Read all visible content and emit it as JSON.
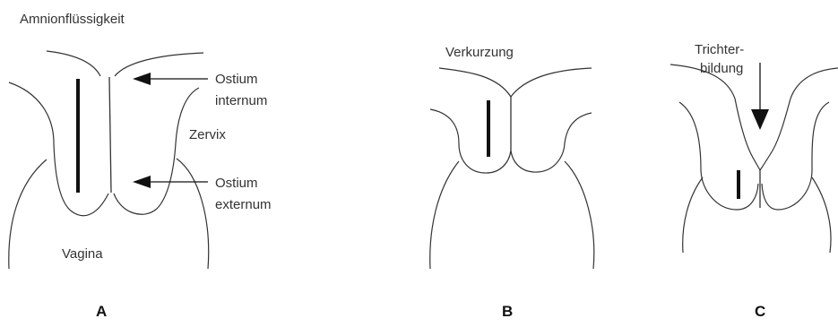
{
  "panels": [
    {
      "letter": "A",
      "labels": {
        "amnion": "Amnionflüssigkeit",
        "ostium_internum_1": "Ostium",
        "ostium_internum_2": "internum",
        "zervix": "Zervix",
        "ostium_externum_1": "Ostium",
        "ostium_externum_2": "externum",
        "vagina": "Vagina"
      }
    },
    {
      "letter": "B",
      "labels": {
        "verkurzung": "Verkurzung"
      }
    },
    {
      "letter": "C",
      "labels": {
        "trichter_1": "Trichter-",
        "trichter_2": "bildung"
      }
    }
  ]
}
